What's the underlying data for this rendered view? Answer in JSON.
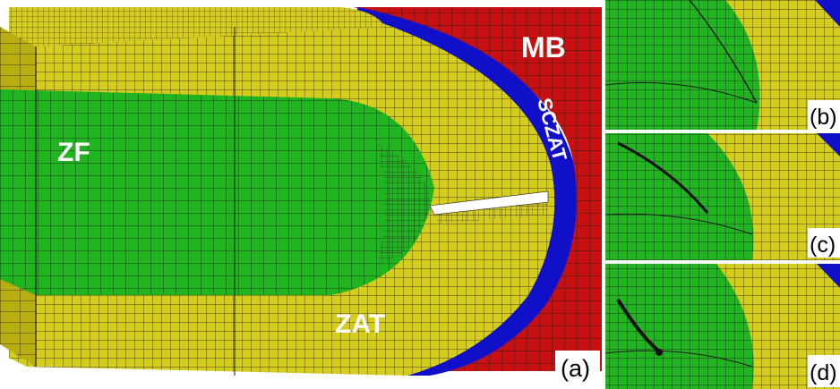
{
  "figure": {
    "region_labels": {
      "fusion_zone": "ZF",
      "heat_affected_zone": "ZAT",
      "subcritical_haz": "SCZAT",
      "base_metal": "MB"
    },
    "panel_labels": [
      "(a)",
      "(b)",
      "(c)",
      "(d)"
    ]
  },
  "colors": {
    "zf": "#1fb51f",
    "zat": "#d6cc1a",
    "sczat": "#1010c8",
    "mb": "#c81010",
    "mesh_line": "#1a1a1a",
    "background": "#ffffff"
  }
}
